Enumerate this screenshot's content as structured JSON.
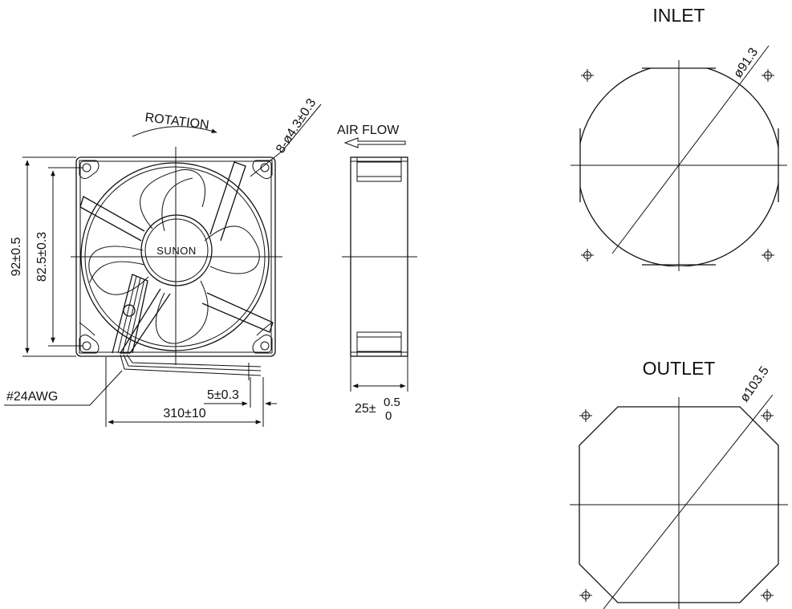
{
  "side_view": {
    "rotation_label": "ROTATION",
    "hole_callout": "8-ø4.3±0.3",
    "brand": "SUNON",
    "dim_height": "92±0.5",
    "dim_hole_pitch": "82.5±0.3",
    "wire_gauge": "#24AWG",
    "dim_strip": "5±0.3",
    "dim_lead_length": "310±10"
  },
  "profile_view": {
    "airflow_label": "AIR FLOW",
    "dim_depth_base": "25±",
    "dim_depth_upper": "0.5",
    "dim_depth_lower": "0"
  },
  "inlet_view": {
    "title": "INLET",
    "diameter": "ø91.3"
  },
  "outlet_view": {
    "title": "OUTLET",
    "diameter": "ø103.5"
  }
}
